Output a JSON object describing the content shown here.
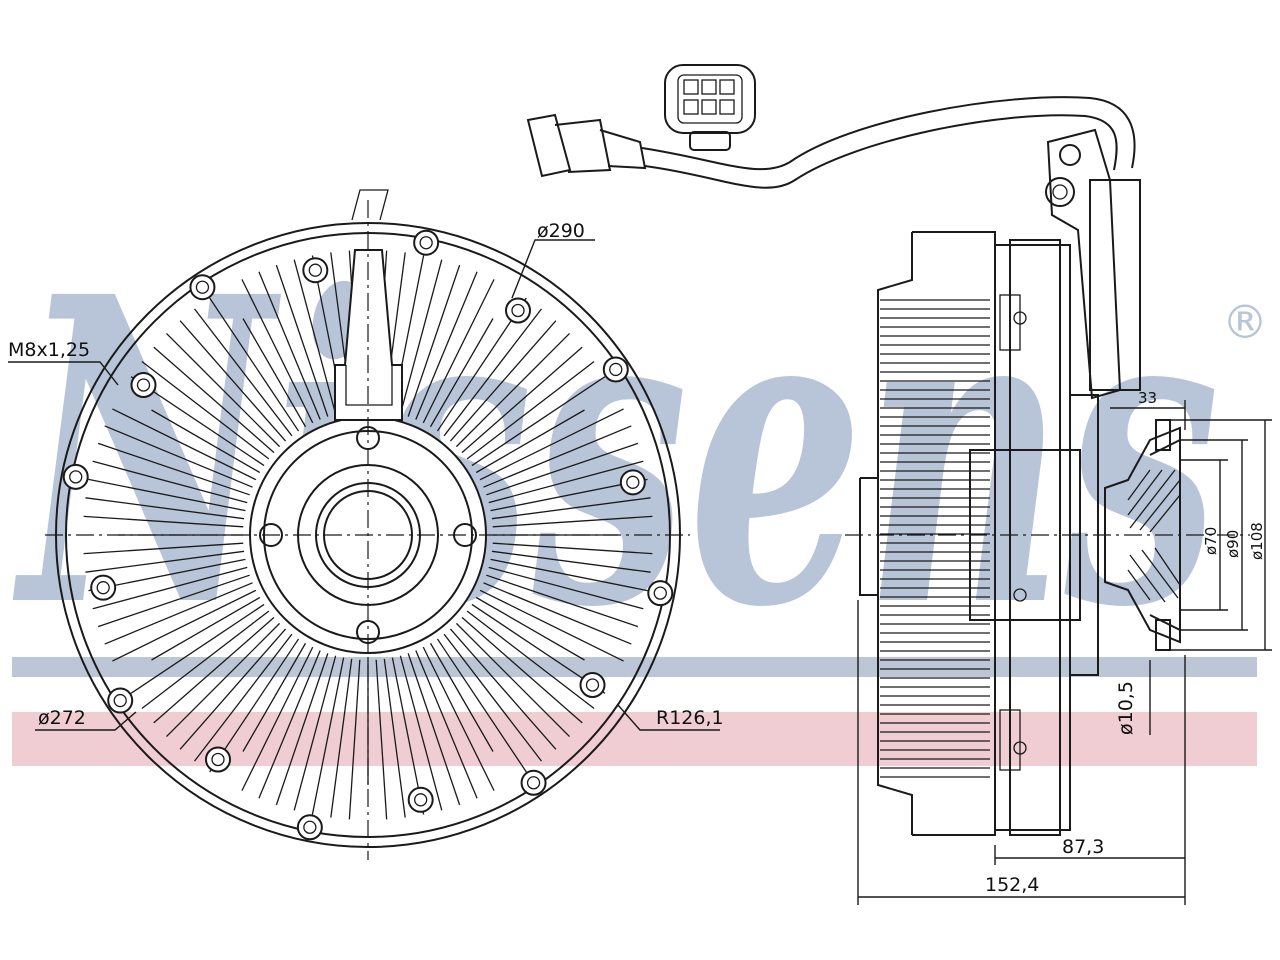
{
  "brand": {
    "watermark_text": "Nissens",
    "registered_mark": "®",
    "watermark_color": "#b8c4d8",
    "band_blue": "#bcc6d6",
    "band_pink": "#efcdd3"
  },
  "dimensions": {
    "outer_diameter": "ø290",
    "thread": "M8x1,25",
    "bolt_circle": "ø272",
    "radius": "R126,1",
    "hub_width": "33",
    "pilot_diameter": "ø70",
    "hub_diameter": "ø90",
    "flange_diameter": "ø108",
    "bolt_hole": "ø10,5",
    "hub_depth": "87,3",
    "overall_length": "152,4"
  }
}
